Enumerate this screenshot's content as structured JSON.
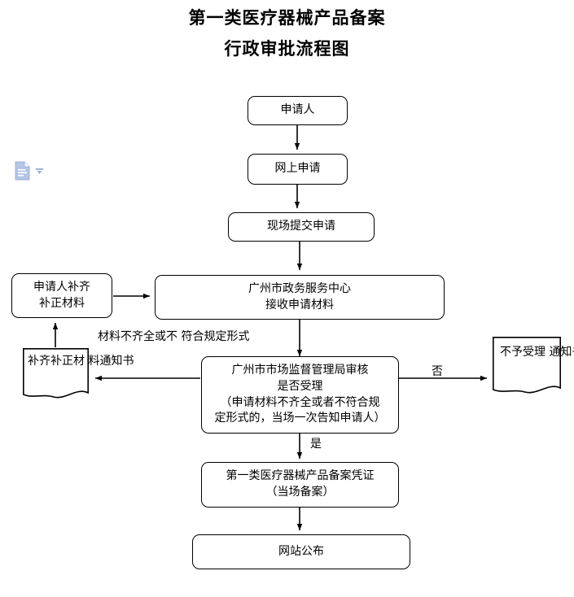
{
  "document": {
    "title_line_1": "第一类医疗器械产品备案",
    "title_line_2": "行政审批流程图"
  },
  "widget": {
    "doc_icon_name": "document-icon",
    "caret_icon_name": "chevron-down-icon",
    "icon_color": "#b3c6e7"
  },
  "flowchart": {
    "type": "flowchart",
    "nodes": [
      {
        "id": "applicant",
        "shape": "rounded-rect",
        "lines": [
          "申请人"
        ]
      },
      {
        "id": "online-application",
        "shape": "rounded-rect",
        "lines": [
          "网上申请"
        ]
      },
      {
        "id": "onsite-submit",
        "shape": "rounded-rect",
        "lines": [
          "现场提交申请"
        ]
      },
      {
        "id": "service-center",
        "shape": "rounded-rect",
        "lines": [
          "广州市政务服务中心",
          "接收申请材料"
        ]
      },
      {
        "id": "applicant-supplement",
        "shape": "rounded-rect",
        "lines": [
          "申请人补齐",
          "补正材料"
        ]
      },
      {
        "id": "supplement-notice",
        "shape": "document",
        "lines": [
          "补齐补正材",
          "料通知书"
        ]
      },
      {
        "id": "review-decision",
        "shape": "rounded-rect",
        "lines": [
          "广州市市场监督管理局审核",
          "是否受理",
          "（申请材料不齐全或者不符合规",
          "定形式的，当场一次告知申请人）"
        ]
      },
      {
        "id": "rejection-notice",
        "shape": "document",
        "lines": [
          "不予受理",
          "通知书"
        ]
      },
      {
        "id": "filing-certificate",
        "shape": "rounded-rect",
        "lines": [
          "第一类医疗器械产品备案凭证",
          "（当场备案）"
        ]
      },
      {
        "id": "website-publish",
        "shape": "rounded-rect",
        "lines": [
          "网站公布"
        ]
      }
    ],
    "edge_labels": [
      {
        "id": "incomplete-materials",
        "lines": [
          "材料不齐全或不",
          "符合规定形式"
        ]
      },
      {
        "id": "no-branch",
        "lines": [
          "否"
        ]
      },
      {
        "id": "yes-branch",
        "lines": [
          "是"
        ]
      }
    ]
  }
}
